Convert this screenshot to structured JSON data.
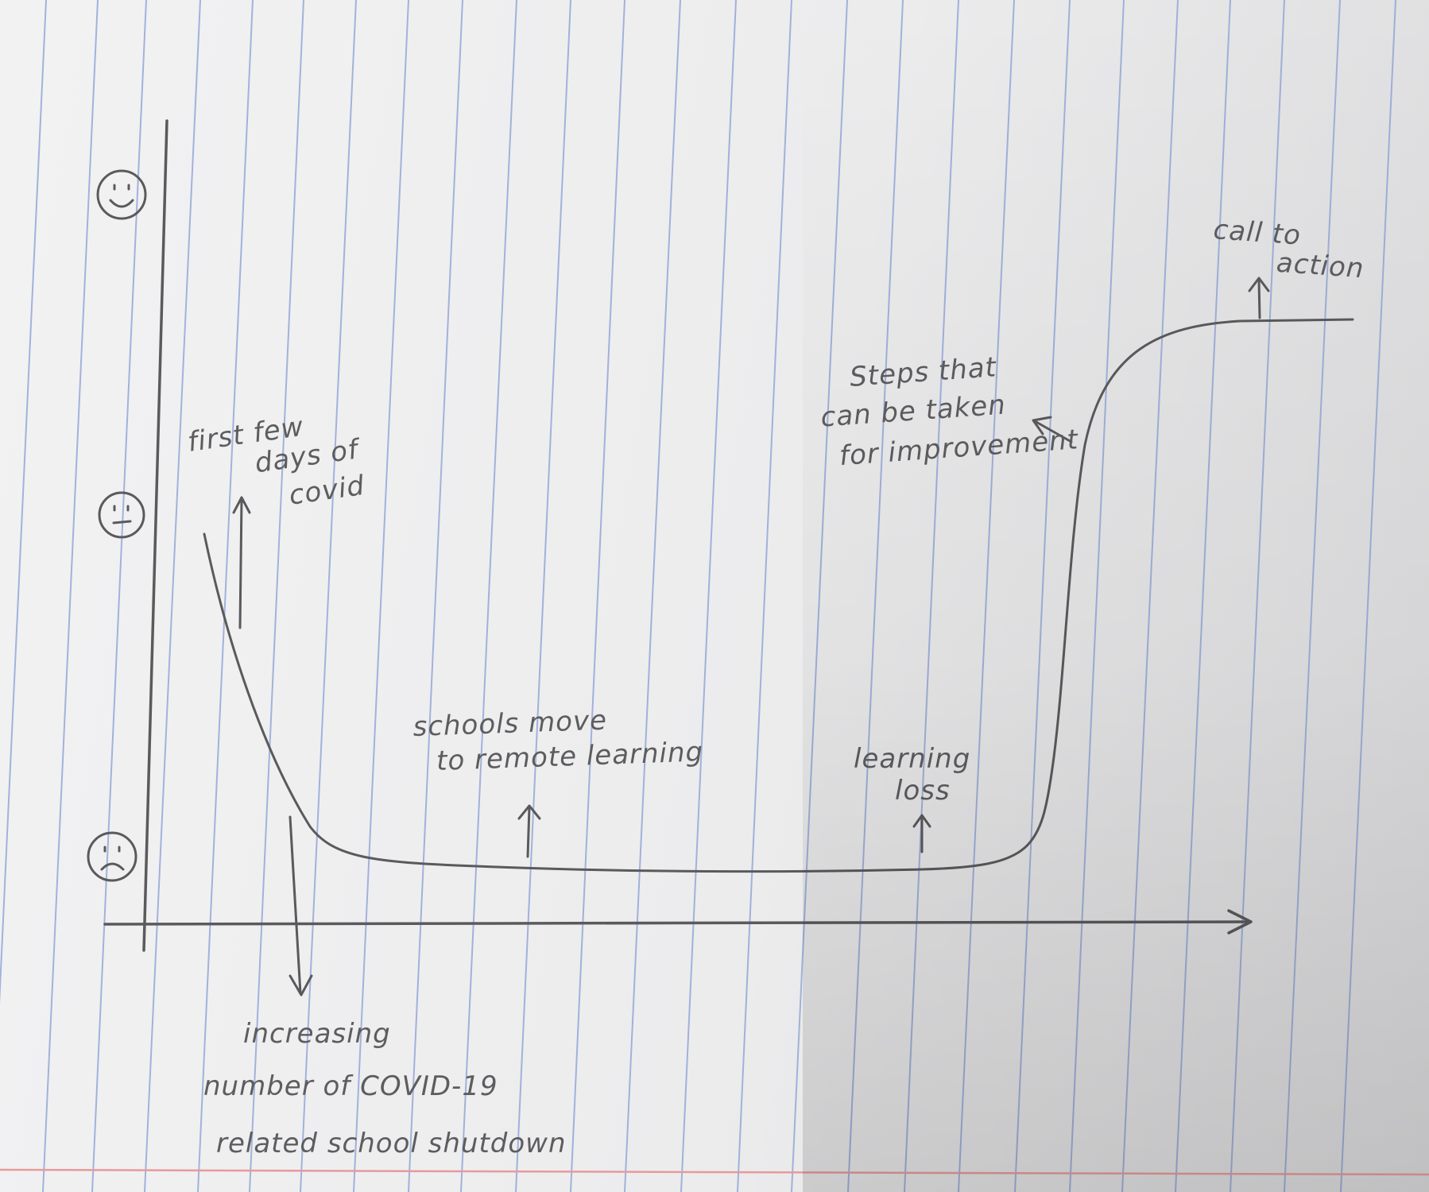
{
  "annotations": {
    "first_few_days": [
      "first few",
      "days of",
      "covid"
    ],
    "school_shutdown": [
      "increasing",
      "number of COVID-19",
      "related school shutdown"
    ],
    "remote_learning": [
      "schools move",
      "to remote learning"
    ],
    "learning_loss": [
      "learning",
      "loss"
    ],
    "improvement_steps": [
      "Steps that",
      "can be taken",
      "for improvement"
    ],
    "call_to_action": [
      "call to",
      "action"
    ]
  },
  "mood_scale": {
    "top": "happy-face",
    "middle": "neutral-face",
    "bottom": "sad-face"
  },
  "colors": {
    "paper": "#efeff0",
    "rule_lines": "#8ea3d6",
    "margin_line": "#e79a9a",
    "pencil": "#5a5a5d"
  }
}
